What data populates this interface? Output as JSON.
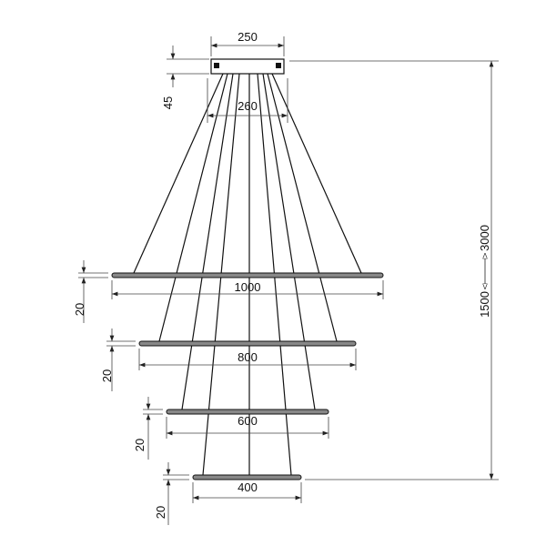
{
  "dimensions": {
    "canopy_width": "250",
    "canopy_height": "45",
    "cable_spread": "260",
    "ring_1_diameter": "1000",
    "ring_2_diameter": "800",
    "ring_3_diameter": "600",
    "ring_4_diameter": "400",
    "ring_1_thickness": "20",
    "ring_2_thickness": "20",
    "ring_3_thickness": "20",
    "ring_4_thickness": "20",
    "height_min": "1500",
    "height_max": "3000"
  },
  "colors": {
    "line": "#111111",
    "ring": "#555555",
    "dim": "#444444"
  }
}
